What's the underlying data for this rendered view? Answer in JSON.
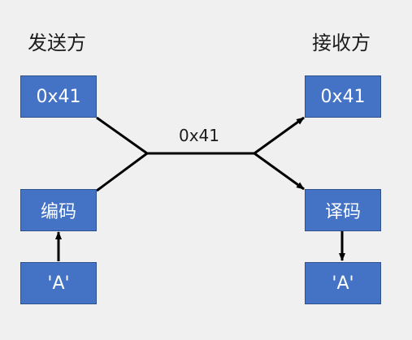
{
  "sender": {
    "title": "发送方",
    "value_box": "0x41",
    "encode_box": "编码",
    "char_box": "'A'"
  },
  "receiver": {
    "title": "接收方",
    "value_box": "0x41",
    "decode_box": "译码",
    "char_box": "'A'"
  },
  "channel": {
    "label": "0x41"
  },
  "colors": {
    "box_fill": "#4472c4",
    "box_border": "#2f528f",
    "line": "#000000",
    "background": "#f0f0f0"
  }
}
